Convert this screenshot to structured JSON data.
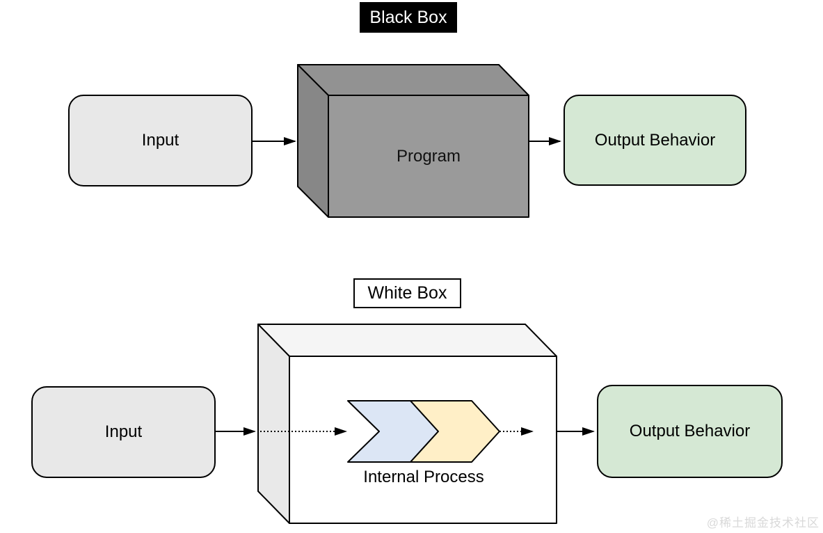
{
  "black_box": {
    "title": "Black Box",
    "input": "Input",
    "program": "Program",
    "output": "Output Behavior"
  },
  "white_box": {
    "title": "White Box",
    "input": "Input",
    "internal_process": "Internal Process",
    "output": "Output Behavior"
  },
  "watermark": "@稀土掘金技术社区",
  "colors": {
    "stroke": "#000000",
    "input_box_fill": "#e8e8e8",
    "output_box_fill": "#d5e8d4",
    "black_title_bg": "#000000",
    "black_title_text": "#ffffff",
    "gray_cube_front": "#9a9a9a",
    "gray_cube_top": "#929292",
    "gray_cube_left": "#878787",
    "white_cube_front": "#ffffff",
    "white_cube_top": "#f5f5f5",
    "white_cube_left": "#e9e9e9",
    "chevron_blue": "#dce6f5",
    "chevron_yellow": "#ffefc7",
    "watermark_text": "#d9d9d9"
  }
}
